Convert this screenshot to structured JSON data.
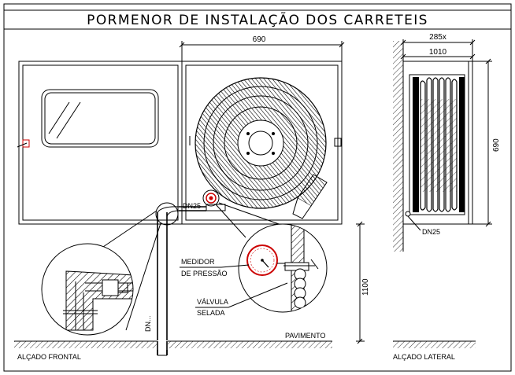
{
  "title": "PORMENOR DE INSTALAÇÃO DOS CARRETEIS",
  "dimensions": {
    "cabinet_width": "690",
    "side_depth_1": "285x",
    "side_depth_2": "1010",
    "side_height": "690",
    "install_height": "1100"
  },
  "labels": {
    "dn25_front": "DN25",
    "dn25_side": "DN25",
    "dn_pipe": "DN...",
    "medidor_line1": "MEDIDOR",
    "medidor_line2": "DE PRESSÃO",
    "valvula_line1": "VÁLVULA",
    "valvula_line2": "SELADA",
    "pavimento": "PAVIMENTO",
    "view_front": "ALÇADO FRONTAL",
    "view_side": "ALÇADO LATERAL"
  }
}
